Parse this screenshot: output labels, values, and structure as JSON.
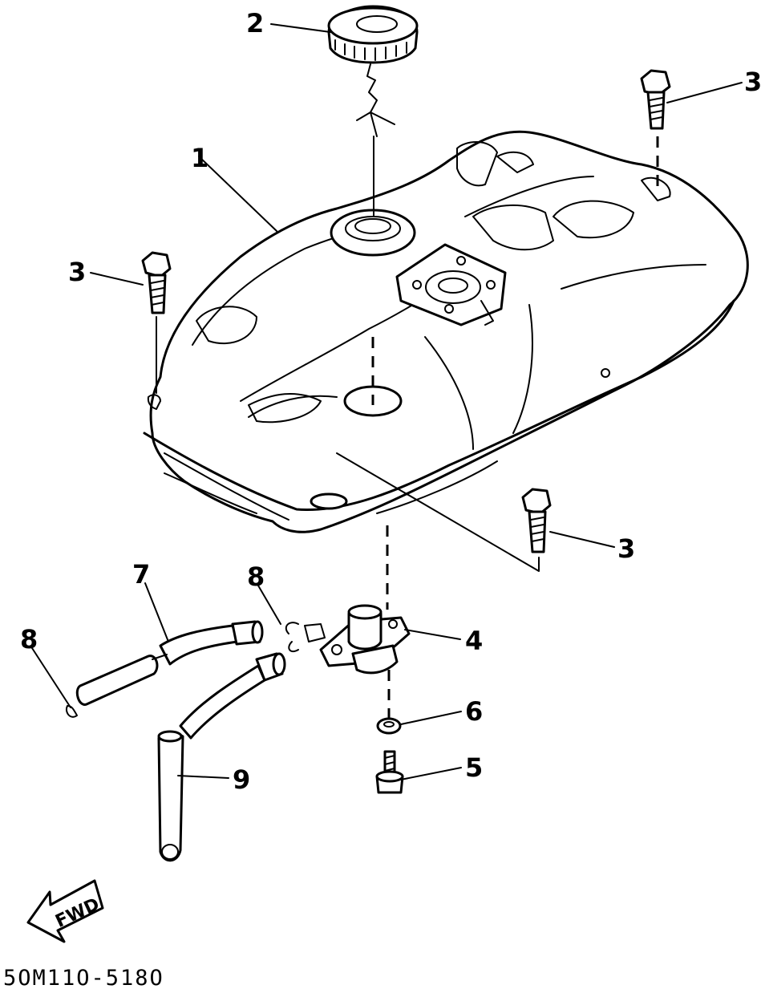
{
  "callouts": {
    "tank": "1",
    "cap": "2",
    "bolt_top_right": "3",
    "bolt_left": "3",
    "bolt_lower_right": "3",
    "cock": "4",
    "screw": "5",
    "washer": "6",
    "hose_fuel": "7",
    "clip_upper": "8",
    "clip_left": "8",
    "hose_breather": "9"
  },
  "forward_arrow": "FWD",
  "drawing_code": "5OM11O-518O",
  "colors": {
    "ink": "#000000",
    "paper": "#ffffff"
  }
}
